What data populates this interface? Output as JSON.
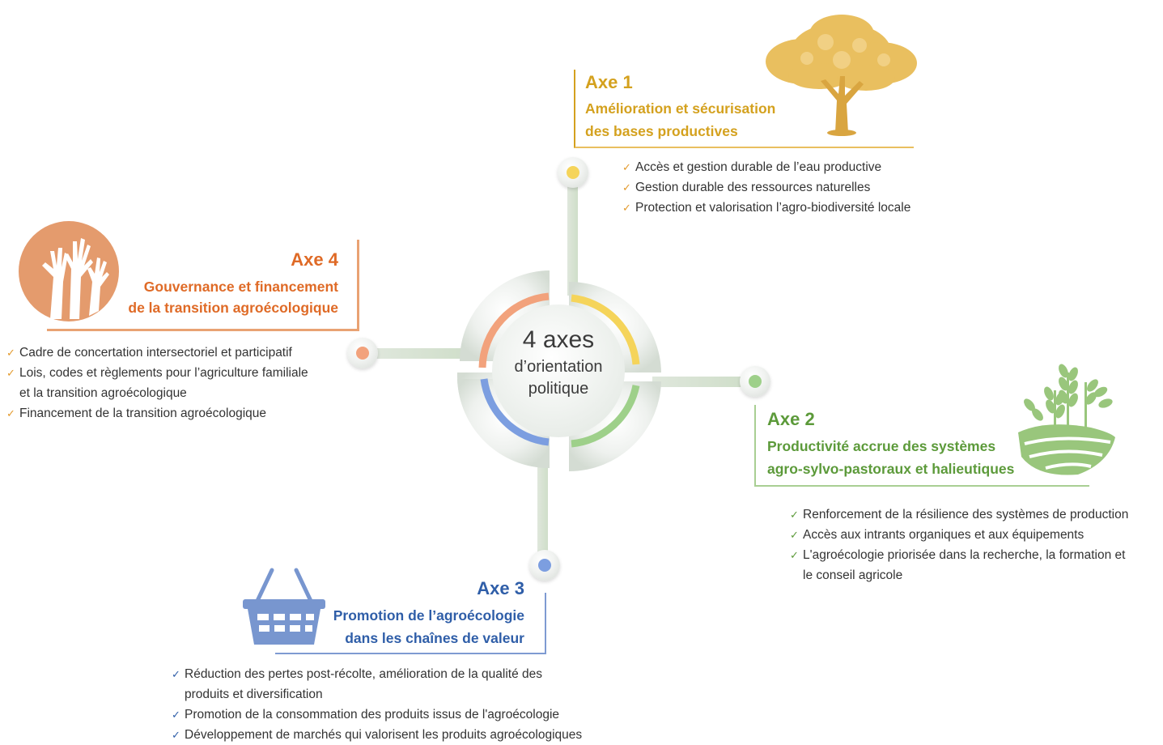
{
  "center": {
    "title": "4 axes",
    "line2": "d’orientation",
    "line3": "politique"
  },
  "colors": {
    "axe1": "#d4a11e",
    "axe2": "#5c9a3a",
    "axe3": "#2f5ea8",
    "axe4": "#df6a26",
    "ring_orange": "#f2a27c",
    "ring_yellow": "#f5d45a",
    "ring_green": "#9ed08a",
    "ring_blue": "#7c9ee0",
    "icon_tree": "#e9bf5f",
    "icon_hands": "#e49b6d",
    "icon_wheat": "#99c67c",
    "icon_basket": "#7896cf",
    "check": "#e39a2c"
  },
  "axe1": {
    "title": "Axe 1",
    "subtitle_line1": "Amélioration et sécurisation",
    "subtitle_line2": "des bases productives",
    "icon": "tree-icon",
    "bullets": [
      "Accès et gestion durable de l’eau productive",
      "Gestion durable des ressources naturelles",
      "Protection et valorisation l’agro-biodiversité locale"
    ]
  },
  "axe2": {
    "title": "Axe 2",
    "subtitle_line1": "Productivité accrue des systèmes",
    "subtitle_line2": "agro-sylvo-pastoraux et halieutiques",
    "icon": "wheat-field-icon",
    "bullets": [
      "Renforcement de la résilience des systèmes de production",
      "Accès aux intrants organiques et aux équipements",
      "L'agroécologie priorisée dans la recherche, la formation et",
      "le conseil agricole"
    ]
  },
  "axe3": {
    "title": "Axe 3",
    "subtitle_line1": "Promotion de l’agroécologie",
    "subtitle_line2": "dans les chaînes de valeur",
    "icon": "basket-icon",
    "bullets": [
      "Réduction des pertes post-récolte, amélioration de la qualité des",
      "produits et diversification",
      "Promotion de la consommation des produits issus de l'agroécologie",
      "Développement de marchés qui valorisent les produits agroécologiques"
    ]
  },
  "axe4": {
    "title": "Axe 4",
    "subtitle_line1": "Gouvernance et financement",
    "subtitle_line2": "de la transition agroécologique",
    "icon": "raised-hands-icon",
    "bullets": [
      "Cadre de concertation intersectoriel et participatif",
      "Lois, codes et règlements pour l’agriculture familiale",
      "et la transition agroécologique",
      "Financement de la transition agroécologique"
    ]
  },
  "check_glyph": "✓"
}
